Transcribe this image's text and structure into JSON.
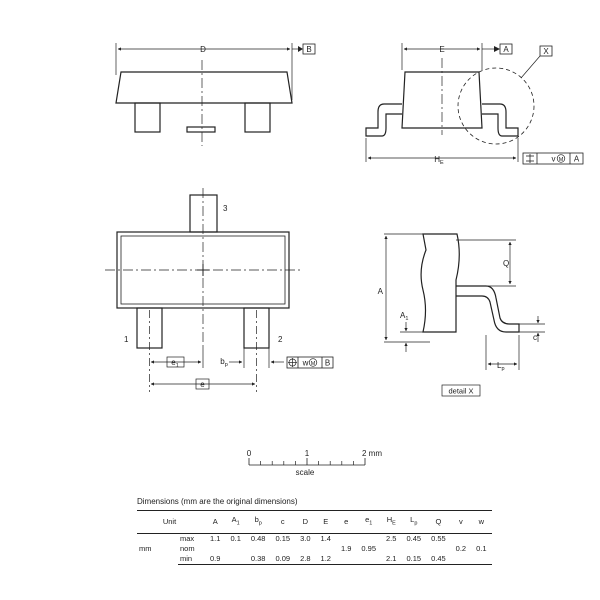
{
  "labels": {
    "D": "D",
    "B": "B",
    "E": "E",
    "A_ref": "A",
    "X": "X",
    "HE_main": "H",
    "HE_sub": "E",
    "v_callout": "v",
    "M_symbol": "M",
    "A_callout": "A",
    "pin3": "3",
    "pin1": "1",
    "pin2": "2",
    "e1_main": "e",
    "e1_sub": "1",
    "bp_main": "b",
    "bp_sub": "p",
    "w_callout": "w",
    "B_callout": "B",
    "e": "e",
    "A_dim": "A",
    "A1_main": "A",
    "A1_sub": "1",
    "Q": "Q",
    "c": "c",
    "Lp_main": "L",
    "Lp_sub": "p",
    "detail": "detail X"
  },
  "scale": {
    "tick0": "0",
    "tick1": "1",
    "tick2": "2 mm",
    "caption": "scale"
  },
  "table": {
    "title": "Dimensions (mm are the original dimensions)",
    "unit_header": "Unit",
    "headers": [
      "A",
      "A1",
      "bp",
      "c",
      "D",
      "E",
      "e",
      "e1",
      "HE",
      "Lp",
      "Q",
      "v",
      "w"
    ],
    "unit": "mm",
    "rows": [
      {
        "label": "max",
        "values": [
          "1.1",
          "0.1",
          "0.48",
          "0.15",
          "3.0",
          "1.4",
          "",
          "",
          "2.5",
          "0.45",
          "0.55",
          "",
          ""
        ]
      },
      {
        "label": "nom",
        "values": [
          "",
          "",
          "",
          "",
          "",
          "",
          "1.9",
          "0.95",
          "",
          "",
          "",
          "0.2",
          "0.1"
        ]
      },
      {
        "label": "min",
        "values": [
          "0.9",
          "",
          "0.38",
          "0.09",
          "2.8",
          "1.2",
          "",
          "",
          "2.1",
          "0.15",
          "0.45",
          "",
          ""
        ]
      }
    ]
  }
}
